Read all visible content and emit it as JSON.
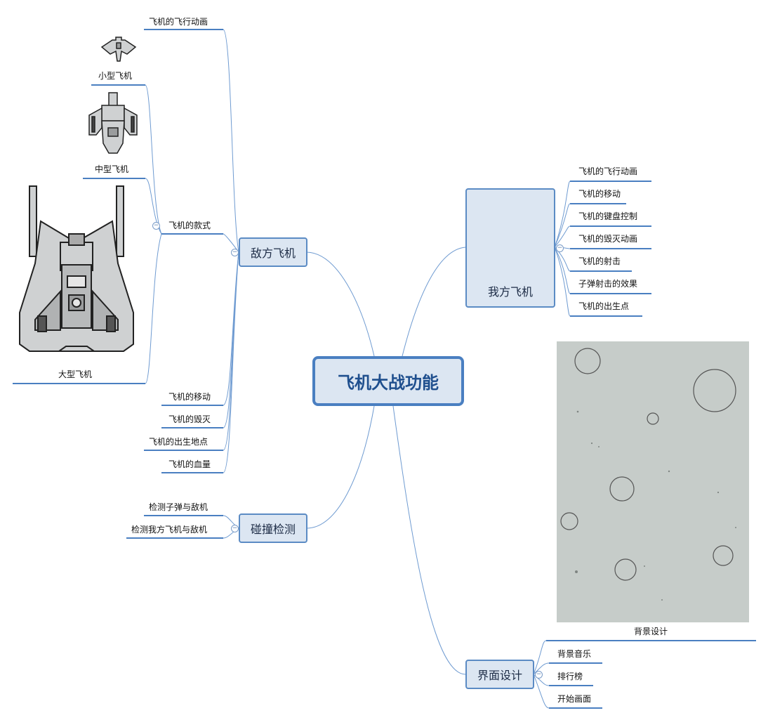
{
  "root": {
    "label": "飞机大战功能"
  },
  "enemy": {
    "label": "敌方飞机",
    "items": {
      "fly_anim": "飞机的飞行动画",
      "styles": "飞机的款式",
      "small": "小型飞机",
      "medium": "中型飞机",
      "large": "大型飞机",
      "move": "飞机的移动",
      "destroy": "飞机的毁灭",
      "spawn": "飞机的出生地点",
      "hp": "飞机的血量"
    }
  },
  "collision": {
    "label": "碰撞检测",
    "items": [
      "检测子弹与敌机",
      "检测我方飞机与敌机"
    ]
  },
  "player": {
    "label": "我方飞机",
    "items": [
      "飞机的飞行动画",
      "飞机的移动",
      "飞机的键盘控制",
      "飞机的毁灭动画",
      "飞机的射击",
      "子弹射击的效果",
      "飞机的出生点"
    ]
  },
  "ui": {
    "label": "界面设计",
    "bg_label": "背景设计",
    "items": [
      "背景音乐",
      "排行榜",
      "开始画面"
    ]
  },
  "colors": {
    "line": "#6f9bd1",
    "underline": "#4a7fc1",
    "node_fill": "#dce6f2"
  }
}
